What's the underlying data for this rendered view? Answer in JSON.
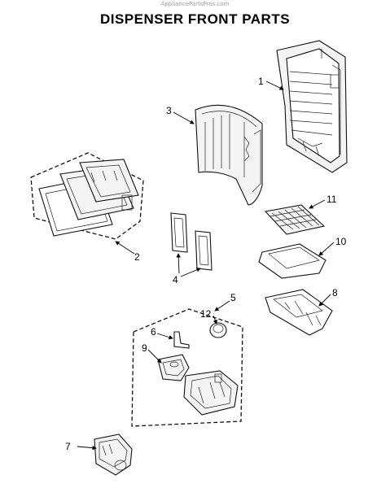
{
  "watermark": "AppliancePartsPros.com",
  "title": "DISPENSER FRONT PARTS",
  "callouts": {
    "c1": "1",
    "c2": "2",
    "c3": "3",
    "c4": "4",
    "c5": "5",
    "c6": "6",
    "c7": "7",
    "c8": "8",
    "c9": "9",
    "c10": "10",
    "c11": "11",
    "c12": "12"
  }
}
